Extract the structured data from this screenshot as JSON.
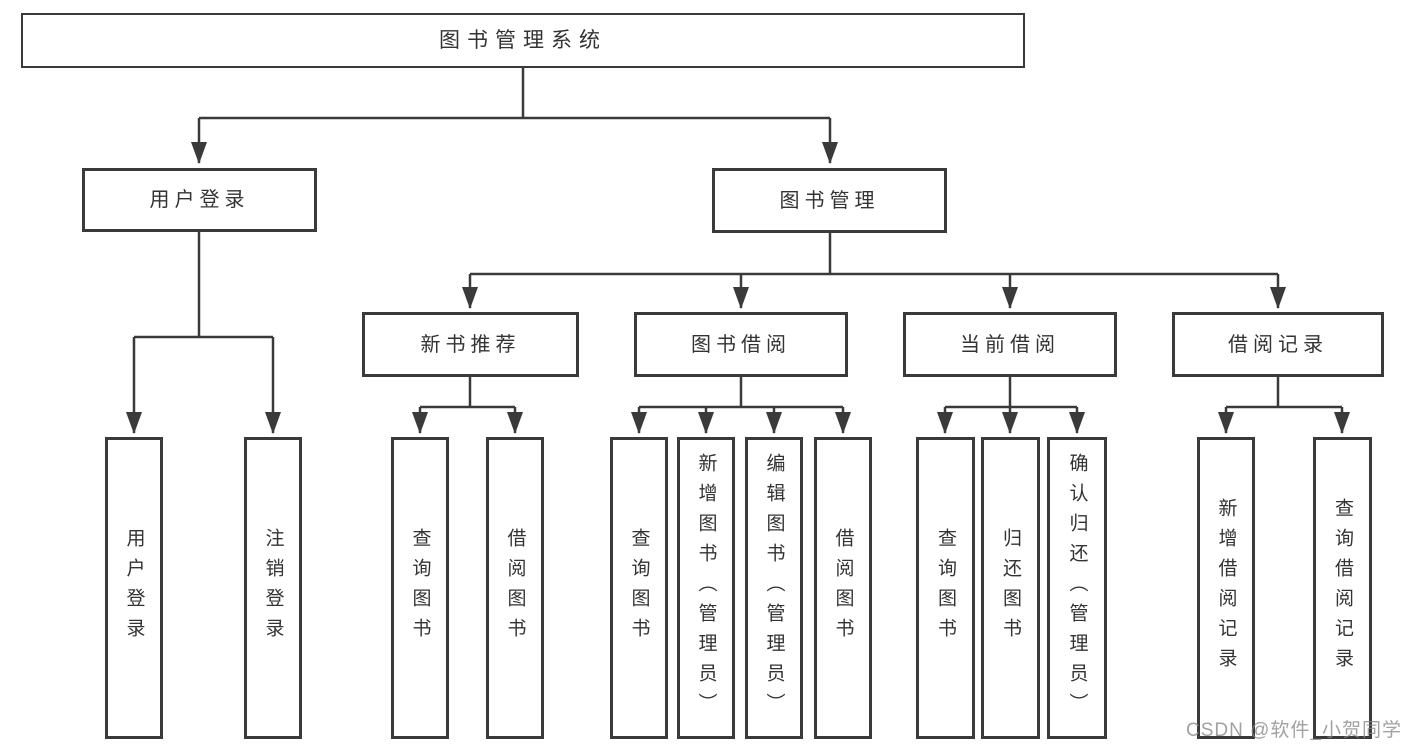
{
  "diagram": {
    "title": "图书管理系统",
    "type": "hierarchy-tree",
    "tree": {
      "label": "图书管理系统",
      "children": [
        {
          "label": "用户登录",
          "children": [
            {
              "label": "用户登录"
            },
            {
              "label": "注销登录"
            }
          ]
        },
        {
          "label": "图书管理",
          "children": [
            {
              "label": "新书推荐",
              "children": [
                {
                  "label": "查询图书"
                },
                {
                  "label": "借阅图书"
                }
              ]
            },
            {
              "label": "图书借阅",
              "children": [
                {
                  "label": "查询图书"
                },
                {
                  "label": "新增图书（管理员）"
                },
                {
                  "label": "编辑图书（管理员）"
                },
                {
                  "label": "借阅图书"
                }
              ]
            },
            {
              "label": "当前借阅",
              "children": [
                {
                  "label": "查询图书"
                },
                {
                  "label": "归还图书"
                },
                {
                  "label": "确认归还（管理员）"
                }
              ]
            },
            {
              "label": "借阅记录",
              "children": [
                {
                  "label": "新增借阅记录"
                },
                {
                  "label": "查询借阅记录"
                }
              ]
            }
          ]
        }
      ]
    }
  },
  "watermark": {
    "text": "CSDN @软件_小贺同学"
  },
  "colors": {
    "line": "#3a3a3a",
    "border": "#3a3a3a",
    "text": "#333333",
    "background": "#ffffff",
    "watermark": "#878787"
  }
}
